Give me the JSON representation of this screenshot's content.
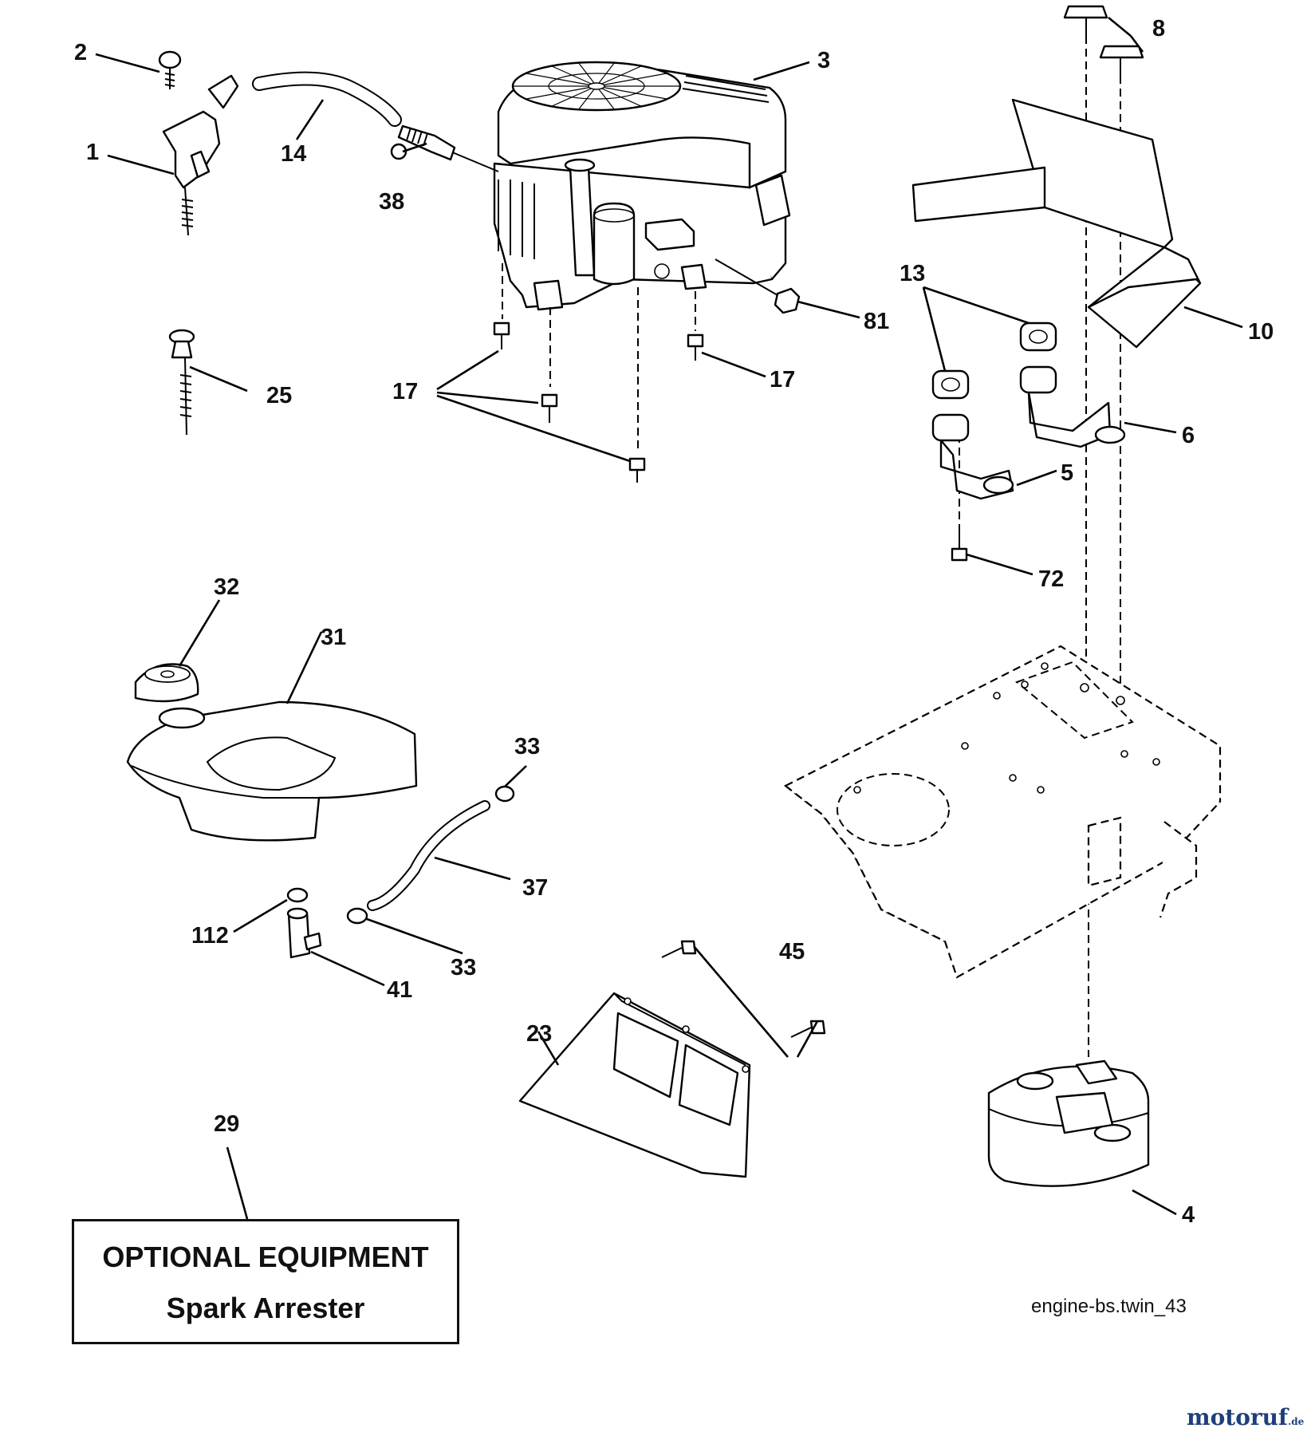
{
  "callouts": [
    {
      "id": "c1",
      "label": "1"
    },
    {
      "id": "c2",
      "label": "2"
    },
    {
      "id": "c3",
      "label": "3"
    },
    {
      "id": "c4",
      "label": "4"
    },
    {
      "id": "c5",
      "label": "5"
    },
    {
      "id": "c6",
      "label": "6"
    },
    {
      "id": "c8",
      "label": "8"
    },
    {
      "id": "c10",
      "label": "10"
    },
    {
      "id": "c13",
      "label": "13"
    },
    {
      "id": "c14",
      "label": "14"
    },
    {
      "id": "c17a",
      "label": "17"
    },
    {
      "id": "c17b",
      "label": "17"
    },
    {
      "id": "c23",
      "label": "23"
    },
    {
      "id": "c25",
      "label": "25"
    },
    {
      "id": "c29",
      "label": "29"
    },
    {
      "id": "c31",
      "label": "31"
    },
    {
      "id": "c32",
      "label": "32"
    },
    {
      "id": "c33a",
      "label": "33"
    },
    {
      "id": "c33b",
      "label": "33"
    },
    {
      "id": "c37",
      "label": "37"
    },
    {
      "id": "c38",
      "label": "38"
    },
    {
      "id": "c41",
      "label": "41"
    },
    {
      "id": "c45",
      "label": "45"
    },
    {
      "id": "c72",
      "label": "72"
    },
    {
      "id": "c81",
      "label": "81"
    },
    {
      "id": "c112",
      "label": "112"
    }
  ],
  "optional_box": {
    "title": "OPTIONAL EQUIPMENT",
    "subtitle": "Spark Arrester"
  },
  "diagram_ref": "engine-bs.twin_43",
  "watermark": {
    "text": "motoruf",
    "suffix": ".de",
    "color": "#1d3f7a"
  }
}
